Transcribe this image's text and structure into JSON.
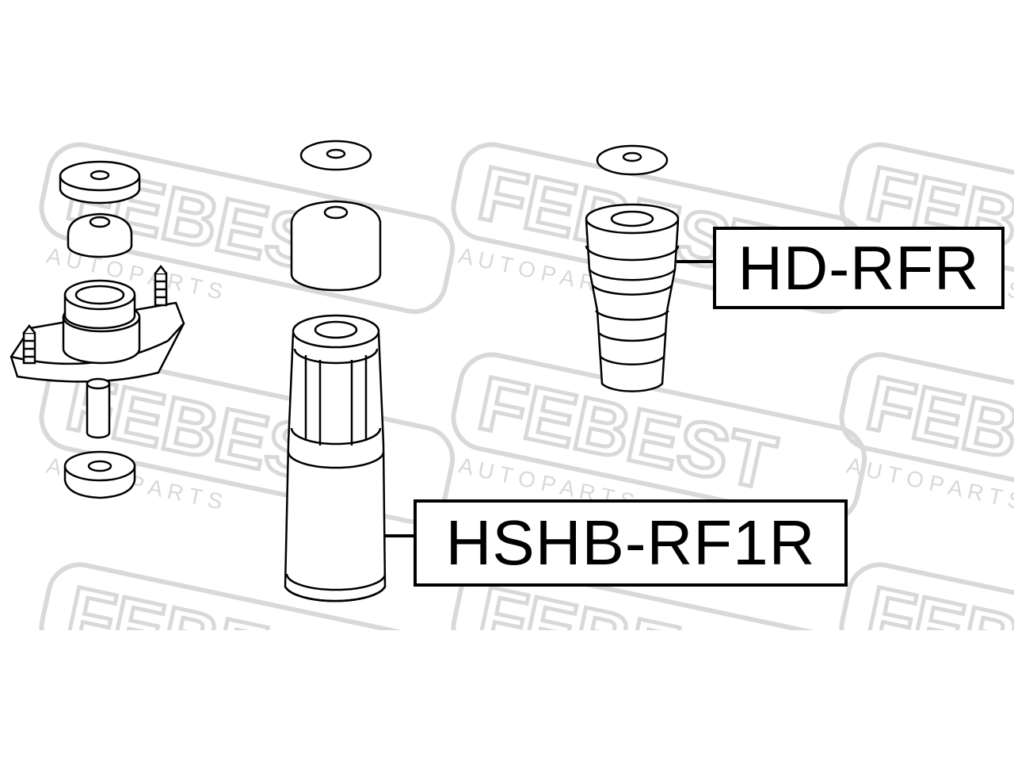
{
  "watermark": {
    "brand": "FEBEST",
    "tagline": "A U T O   P A R T S",
    "color": "#d9d9d9"
  },
  "labels": {
    "hd": "HD-RFR",
    "hshb": "HSHB-RF1R"
  },
  "colors": {
    "line": "#000000",
    "background": "#ffffff"
  }
}
